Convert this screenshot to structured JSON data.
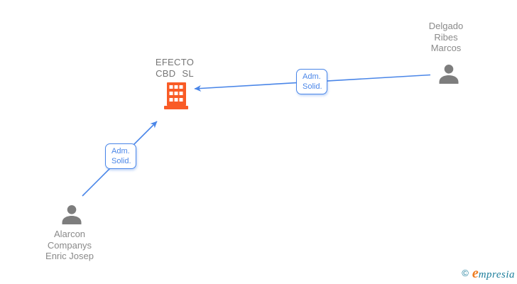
{
  "diagram": {
    "company": {
      "name": "EFECTO CBD SL",
      "label_lines": [
        "EFECTO",
        "CBD SL"
      ],
      "icon": "building-icon"
    },
    "people": [
      {
        "name": "Delgado Ribes Marcos",
        "label_lines": [
          "Delgado",
          "Ribes",
          "Marcos"
        ],
        "icon": "person-icon",
        "position": "top-right"
      },
      {
        "name": "Alarcon Companys Enric Josep",
        "label_lines": [
          "Alarcon",
          "Companys",
          "Enric Josep"
        ],
        "icon": "person-icon",
        "position": "bottom-left"
      }
    ],
    "edges": [
      {
        "from": "Delgado Ribes Marcos",
        "to": "EFECTO CBD SL",
        "label_lines": [
          "Adm.",
          "Solid."
        ]
      },
      {
        "from": "Alarcon Companys Enric Josep",
        "to": "EFECTO CBD SL",
        "label_lines": [
          "Adm.",
          "Solid."
        ]
      }
    ]
  },
  "colors": {
    "edge_blue": "#4a86e8",
    "building_orange": "#f95b26",
    "person_gray": "#7d7d7d",
    "company_text_gray": "#757575",
    "person_text_gray": "#8a8a8a",
    "brand_teal": "#1d7e9c",
    "brand_orange": "#ee7d21"
  },
  "footer": {
    "copyright": "©",
    "brand_initial": "e",
    "brand_rest": "mpresia"
  }
}
